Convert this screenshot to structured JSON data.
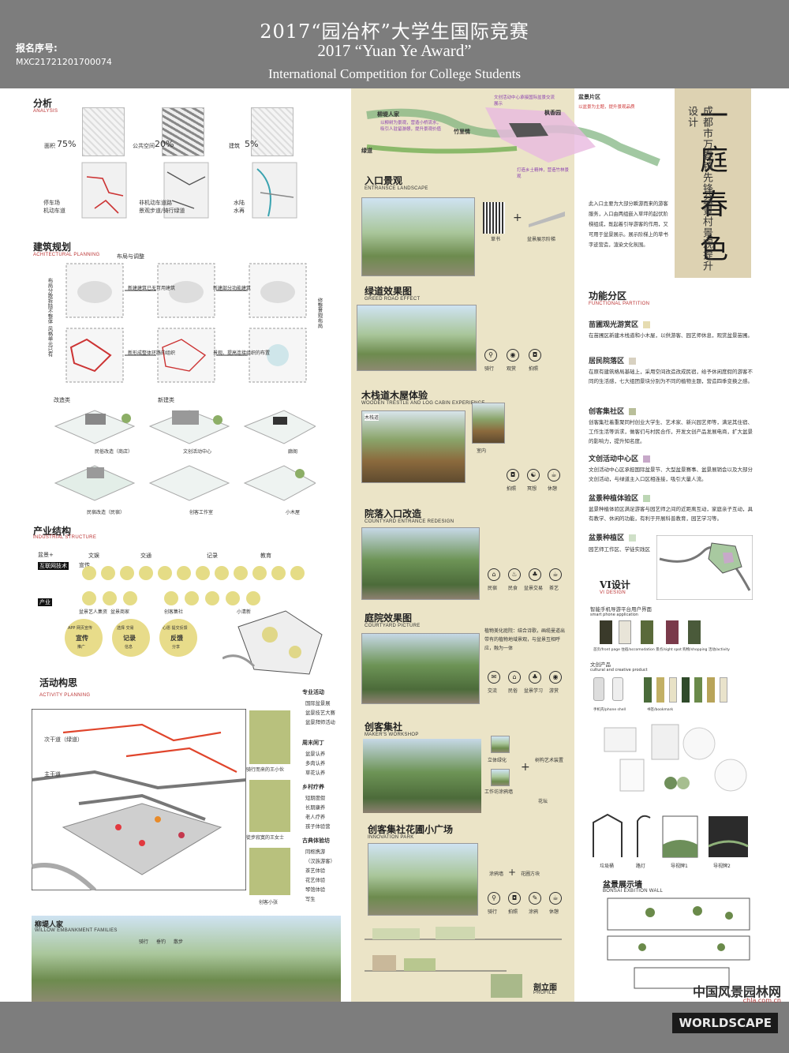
{
  "header": {
    "title_cn": "2017“园冶杯”大学生国际竞赛",
    "title_en": "2017 “Yuan Ye Award”",
    "subtitle_en": "International Competition for College Students",
    "reg_label": "报名序号:",
    "reg_number": "MXC21721201700074"
  },
  "title_block": {
    "calligraphy_1": "一",
    "calligraphy_2": "庭",
    "calligraphy_3": "春",
    "calligraphy_4": "色",
    "vertical_subtitle": "成都市万春镇先锋盆景村景观提升设计"
  },
  "analysis": {
    "title": "分析",
    "title_en": "ANALYSIS",
    "row1": [
      {
        "label": "面积",
        "value": "75%"
      },
      {
        "label": "公共空间",
        "value": "20%"
      },
      {
        "label": "建筑",
        "value": "5%"
      }
    ],
    "row2_labels": [
      "停车场",
      "机动车道",
      "非机动车道路",
      "景观步道/骑行绿道",
      "水陆",
      "水再"
    ]
  },
  "architectural_planning": {
    "title": "建筑规划",
    "title_en": "ACHITECTURAL PLANNING",
    "step_title": "布局与调整",
    "side_left": "布局分散拆除不整体 风格单元已有",
    "side_right": "修整景观布局",
    "notes": [
      "新建建筑已无可用建筑",
      "新建部分功能建筑",
      "新形成整体环路的组织",
      "景观、提高连接组织的布置"
    ],
    "group_left": "改造类",
    "group_right": "新建类",
    "items": [
      "民俗改造（商店）",
      "文创活动中心",
      "廊阁",
      "民宿改造（民宿）",
      "创客工作室",
      "小木屋"
    ]
  },
  "industrial_structure": {
    "title": "产业结构",
    "title_en": "INDUSTRIAL STRUCTURE",
    "row_labels": [
      "盆景+",
      "互联网技术",
      "产业"
    ],
    "top_terms": [
      "文娱",
      "交通",
      "宣传",
      "记录",
      "教育"
    ],
    "bottom_terms": [
      "盆景艺人集资",
      "盆景商家",
      "创客集社",
      "小清新"
    ],
    "boxes": [
      {
        "head": "APP 网页宣传",
        "body": "宣传",
        "foot": "推广"
      },
      {
        "head": "选择 交易",
        "body": "记录",
        "foot": "信息"
      },
      {
        "head": "心愿 提交反馈",
        "body": "反馈",
        "foot": "分享"
      }
    ]
  },
  "activity_planning": {
    "title": "活动构思",
    "title_en": "ACTIVITY PLANNING",
    "map_labels": [
      "次干道（绿道）",
      "主干道"
    ],
    "groups": [
      {
        "title": "专业活动",
        "items": [
          "国际盆景展",
          "盆景技艺大赛",
          "盆景拜师活动"
        ]
      },
      {
        "title": "周末闲丁",
        "items": [
          "盆景认养",
          "多肉认养",
          "草花认养"
        ]
      },
      {
        "title": "乡村疗养",
        "items": [
          "短期度假",
          "长期康养",
          "老人疗养",
          "孩子体验营"
        ]
      },
      {
        "title": "古典体验坊",
        "items": [
          "同枢携游",
          "（汉族游客）",
          "茶艺体验",
          "花艺体验",
          "琴馆体验",
          "写生"
        ]
      }
    ],
    "people": [
      "骑行而来的王小伙",
      "徒步寂寞的王女士",
      "创客小张"
    ]
  },
  "willow": {
    "title": "柳堤人家",
    "title_en": "WILLOW EMBANKMENT FAMILIES",
    "icons": [
      "骑行",
      "垂钓",
      "散步"
    ]
  },
  "middle": {
    "strip_labels": [
      "柳堤人家",
      "竹里情",
      "绿道",
      "枫香园",
      "盆景片区"
    ],
    "strip_notes": [
      "以柳树为景观，营造小桥流水，吸引人驻留游憩，提升景观价值",
      "文创活动中心承接国际盆景交流展示",
      "打造乡土精神，营造竹林景观",
      "以盆景为主题，提升景观品质"
    ],
    "sections": [
      {
        "title": "入口景观",
        "en": "ENTRANSCE LANDSCAPE",
        "extras": [
          "草书",
          "盆景展示阶梯"
        ]
      },
      {
        "title": "绿道效果图",
        "en": "GREED ROAD EFFECT",
        "icons": [
          "骑行",
          "观赏",
          "拍照"
        ]
      },
      {
        "title": "木栈道木屋体验",
        "en": "WOODEN TRESTLE AND LOG CABIN EXPERIENCE",
        "tags": [
          "木栈道",
          "室内"
        ],
        "icons": [
          "拍照",
          "冥想",
          "休憩"
        ]
      },
      {
        "title": "院落入口改造",
        "en": "COUNTYARD ENTRANCE REDESIGN",
        "icons": [
          "民宿",
          "民食",
          "盆景交易",
          "茶艺"
        ]
      },
      {
        "title": "庭院效果图",
        "en": "COURTYARD PICTURE",
        "text": "植物美化庭院：结合诗歌，画缆曼道出带有的植物地域景观，与盆景互相呼应，融为一体",
        "icons": [
          "交流",
          "民俗",
          "盆景学习",
          "游赏"
        ]
      },
      {
        "title": "创客集社",
        "en": "MAKER'S WORKSHOP",
        "tags": [
          "立体绿化",
          "树构艺术装置",
          "工作坊涂鸦墙",
          "花坛"
        ]
      },
      {
        "title": "创客集社花圃小广场",
        "en": "INNOVATION PARK",
        "tags": [
          "涂鸦墙",
          "花圃方块"
        ],
        "icons": [
          "骑行",
          "拍照",
          "涂鸦",
          "休憩"
        ]
      }
    ],
    "profile_title": "剖立面",
    "profile_en": "PROFILE"
  },
  "right": {
    "intro_text": "此入口主要为大部分瞬游而来的游客服务，入口由两组嵌入草坪的起伏阶梯组成，既起着引导游客的作用，又可用于盆景展示。展示阶梯上的草书字迹营造，渲染文化氛围。",
    "func_title": "功能分区",
    "func_en": "FUNCTIONAL PARTITION",
    "zones": [
      {
        "name": "苗圃观光游赏区",
        "color": "#e6dcb1",
        "desc": "在苗圃区新建木栈道和小木屋，以供游客、园艺师休息，观赏盆景苗圃。"
      },
      {
        "name": "居民院落区",
        "color": "#d8d1c1",
        "desc": "在原有建筑格局基础上，采用空间改造改成民宿，给予休闲度假的游客不同的生活感，七大组团景块分别为不同的植物主题，营造四季变换之感。"
      },
      {
        "name": "创客集社区",
        "color": "#b9bf9a",
        "desc": "创客集社着重聚同村创业大学生、艺术家、新兴园艺师等，满足其住宿、工作生活等诉求，做客们与村民合作，开发文创产品发展电商，扩大盆景的影响力，提升知名度。"
      },
      {
        "name": "文创活动中心区",
        "color": "#c7a9c9",
        "desc": "文创活动中心区承担国际盆景节、大型盆景赛事、盆景展销会以及大部分文创活动，与绿道主入口区相连接，吸引大量人流。"
      },
      {
        "name": "盆景种植体验区",
        "color": "#bcd6b4",
        "desc": "盆景种植体验区满足游客与园艺师之间的近距离互动，家庭亲子互动，具有教学、休闲的功能，有利于开展科普教育，园艺学习等。"
      },
      {
        "name": "盆景种植区",
        "color": "#cfe0c8",
        "desc": "园艺师工作区、学徒实践区"
      }
    ],
    "vi_title": "VI设计",
    "vi_en": "VI DESIGN",
    "app_title": "智能手机导游平台用户界面",
    "app_en": "smart phone application",
    "app_screens": "首页/front page  住宿/accomodation  景点/sight spot  购物/shopping  活动/activity",
    "culture_title": "文创产品",
    "culture_en": "cultural and creative product",
    "culture_items": [
      "手机壳/phone shell",
      "书签/bookmark"
    ],
    "signage": [
      "垃圾桶",
      "路灯",
      "导视牌1",
      "导视牌2"
    ],
    "bonsai_wall": "盆景展示墙",
    "bonsai_wall_en": "BONSAI EXBITION WALL"
  },
  "watermark": {
    "cn": "中国风景园林网",
    "url": "chla.com.cn",
    "brand": "WORLDSCAPE"
  }
}
